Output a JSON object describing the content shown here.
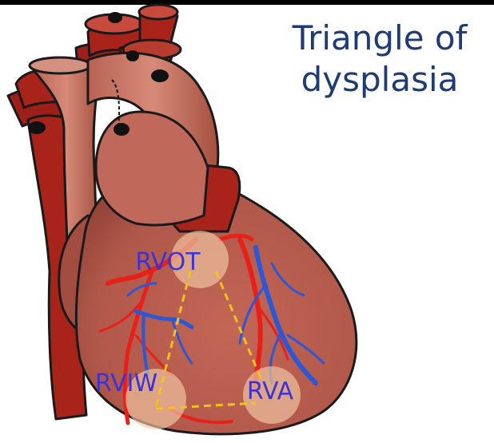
{
  "title": {
    "line1": "Triangle of",
    "line2": "dysplasia"
  },
  "regions": [
    {
      "key": "rvot",
      "label": "RVOT"
    },
    {
      "key": "rviw",
      "label": "RVIW"
    },
    {
      "key": "rva",
      "label": "RVA"
    }
  ],
  "colors": {
    "title": "#1f3b73",
    "label": "#3b33d6",
    "heart_muscle": "#b65a4c",
    "vessel_red": "#a61d14",
    "artery_red": "#e8201a",
    "vein_blue": "#2a58d6",
    "triangle_line": "#f2c318",
    "region_circle": "#f0c8a8",
    "outline": "#1a1a1a"
  },
  "icons": [
    "heart-illustration"
  ]
}
